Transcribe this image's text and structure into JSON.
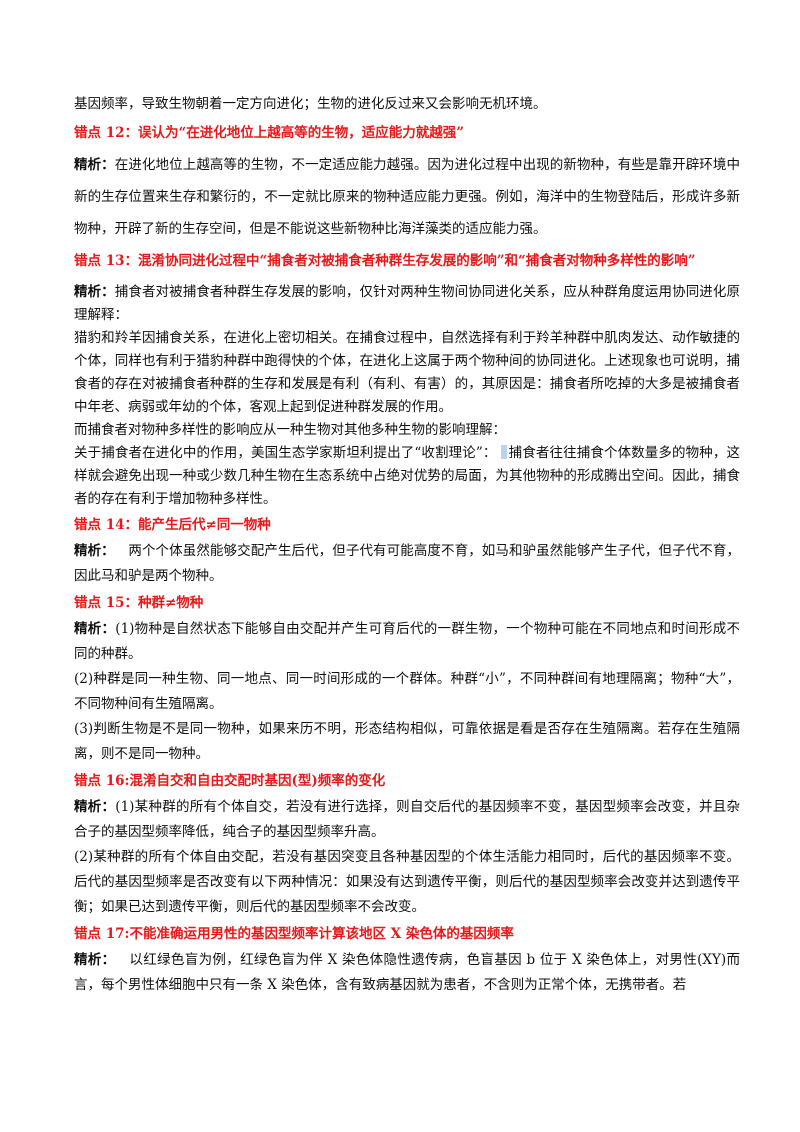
{
  "intro": "基因频率，导致生物朝着一定方向进化；生物的进化反过来又会影响无机环境。",
  "label_jingxi": "精析：",
  "sections": [
    {
      "title": "错点 12：误认为“在进化地位上越高等的生物，适应能力就越强”",
      "paragraphs": [
        "在进化地位上越高等的生物，不一定适应能力越强。因为进化过程中出现的新物种，有些是靠开辟环境中新的生存位置来生存和繁衍的，不一定就比原来的物种适应能力更强。例如，海洋中的生物登陆后，形成许多新物种，开辟了新的生存空间，但是不能说这些新物种比海洋藻类的适应能力强。"
      ]
    },
    {
      "title": "错点 13：混淆协同进化过程中“捕食者对被捕食者种群生存发展的影响”和“捕食者对物种多样性的影响”",
      "paragraphs": [
        "捕食者对被捕食者种群生存发展的影响，仅针对两种生物间协同进化关系，应从种群角度运用协同进化原理解释：",
        "猎豹和羚羊因捕食关系，在进化上密切相关。在捕食过程中，自然选择有利于羚羊种群中肌肉发达、动作敏捷的个体，同样也有利于猎豹种群中跑得快的个体，在进化上这属于两个物种间的协同进化。上述现象也可说明，捕食者的存在对被捕食者种群的生存和发展是有利（有利、有害）的，其原因是：捕食者所吃掉的大多是被捕食者中年老、病弱或年幼的个体，客观上起到促进种群发展的作用。",
        "而捕食者对物种多样性的影响应从一种生物对其他多种生物的影响理解：",
        "关于捕食者在进化中的作用，美国生态学家斯坦利提出了“收割理论”：",
        "捕食者往往捕食个体数量多的物种，这样就会避免出现一种或少数几种生物在生态系统中占绝对优势的局面，为其他物种的形成腾出空间。因此，捕食者的存在有利于增加物种多样性。"
      ]
    },
    {
      "title": "错点 14：能产生后代≠同一物种",
      "paragraphs": [
        "两个个体虽然能够交配产生后代，但子代有可能高度不育，如马和驴虽然能够产生子代，但子代不育，因此马和驴是两个物种。"
      ]
    },
    {
      "title": "错点 15：种群≠物种",
      "paragraphs": [
        "(1)物种是自然状态下能够自由交配并产生可育后代的一群生物，一个物种可能在不同地点和时间形成不同的种群。",
        "(2)种群是同一种生物、同一地点、同一时间形成的一个群体。种群“小”，不同种群间有地理隔离；物种“大”，不同物种间有生殖隔离。",
        "(3)判断生物是不是同一物种，如果来历不明，形态结构相似，可靠依据是看是否存在生殖隔离。若存在生殖隔离，则不是同一物种。"
      ]
    },
    {
      "title": "错点 16:混淆自交和自由交配时基因(型)频率的变化",
      "paragraphs": [
        "(1)某种群的所有个体自交，若没有进行选择，则自交后代的基因频率不变，基因型频率会改变，并且杂合子的基因型频率降低，纯合子的基因型频率升高。",
        "(2)某种群的所有个体自由交配，若没有基因突变且各种基因型的个体生活能力相同时，后代的基因频率不变。后代的基因型频率是否改变有以下两种情况：如果没有达到遗传平衡，则后代的基因型频率会改变并达到遗传平衡；如果已达到遗传平衡，则后代的基因型频率不会改变。"
      ]
    },
    {
      "title": "错点 17:不能准确运用男性的基因型频率计算该地区 X 染色体的基因频率",
      "paragraphs": [
        "以红绿色盲为例，红绿色盲为伴 X 染色体隐性遗传病，色盲基因 b 位于 X 染色体上，对男性(XY)而言，每个男性体细胞中只有一条 X 染色体，含有致病基因就为患者，不含则为正常个体，无携带者。若"
      ]
    }
  ]
}
